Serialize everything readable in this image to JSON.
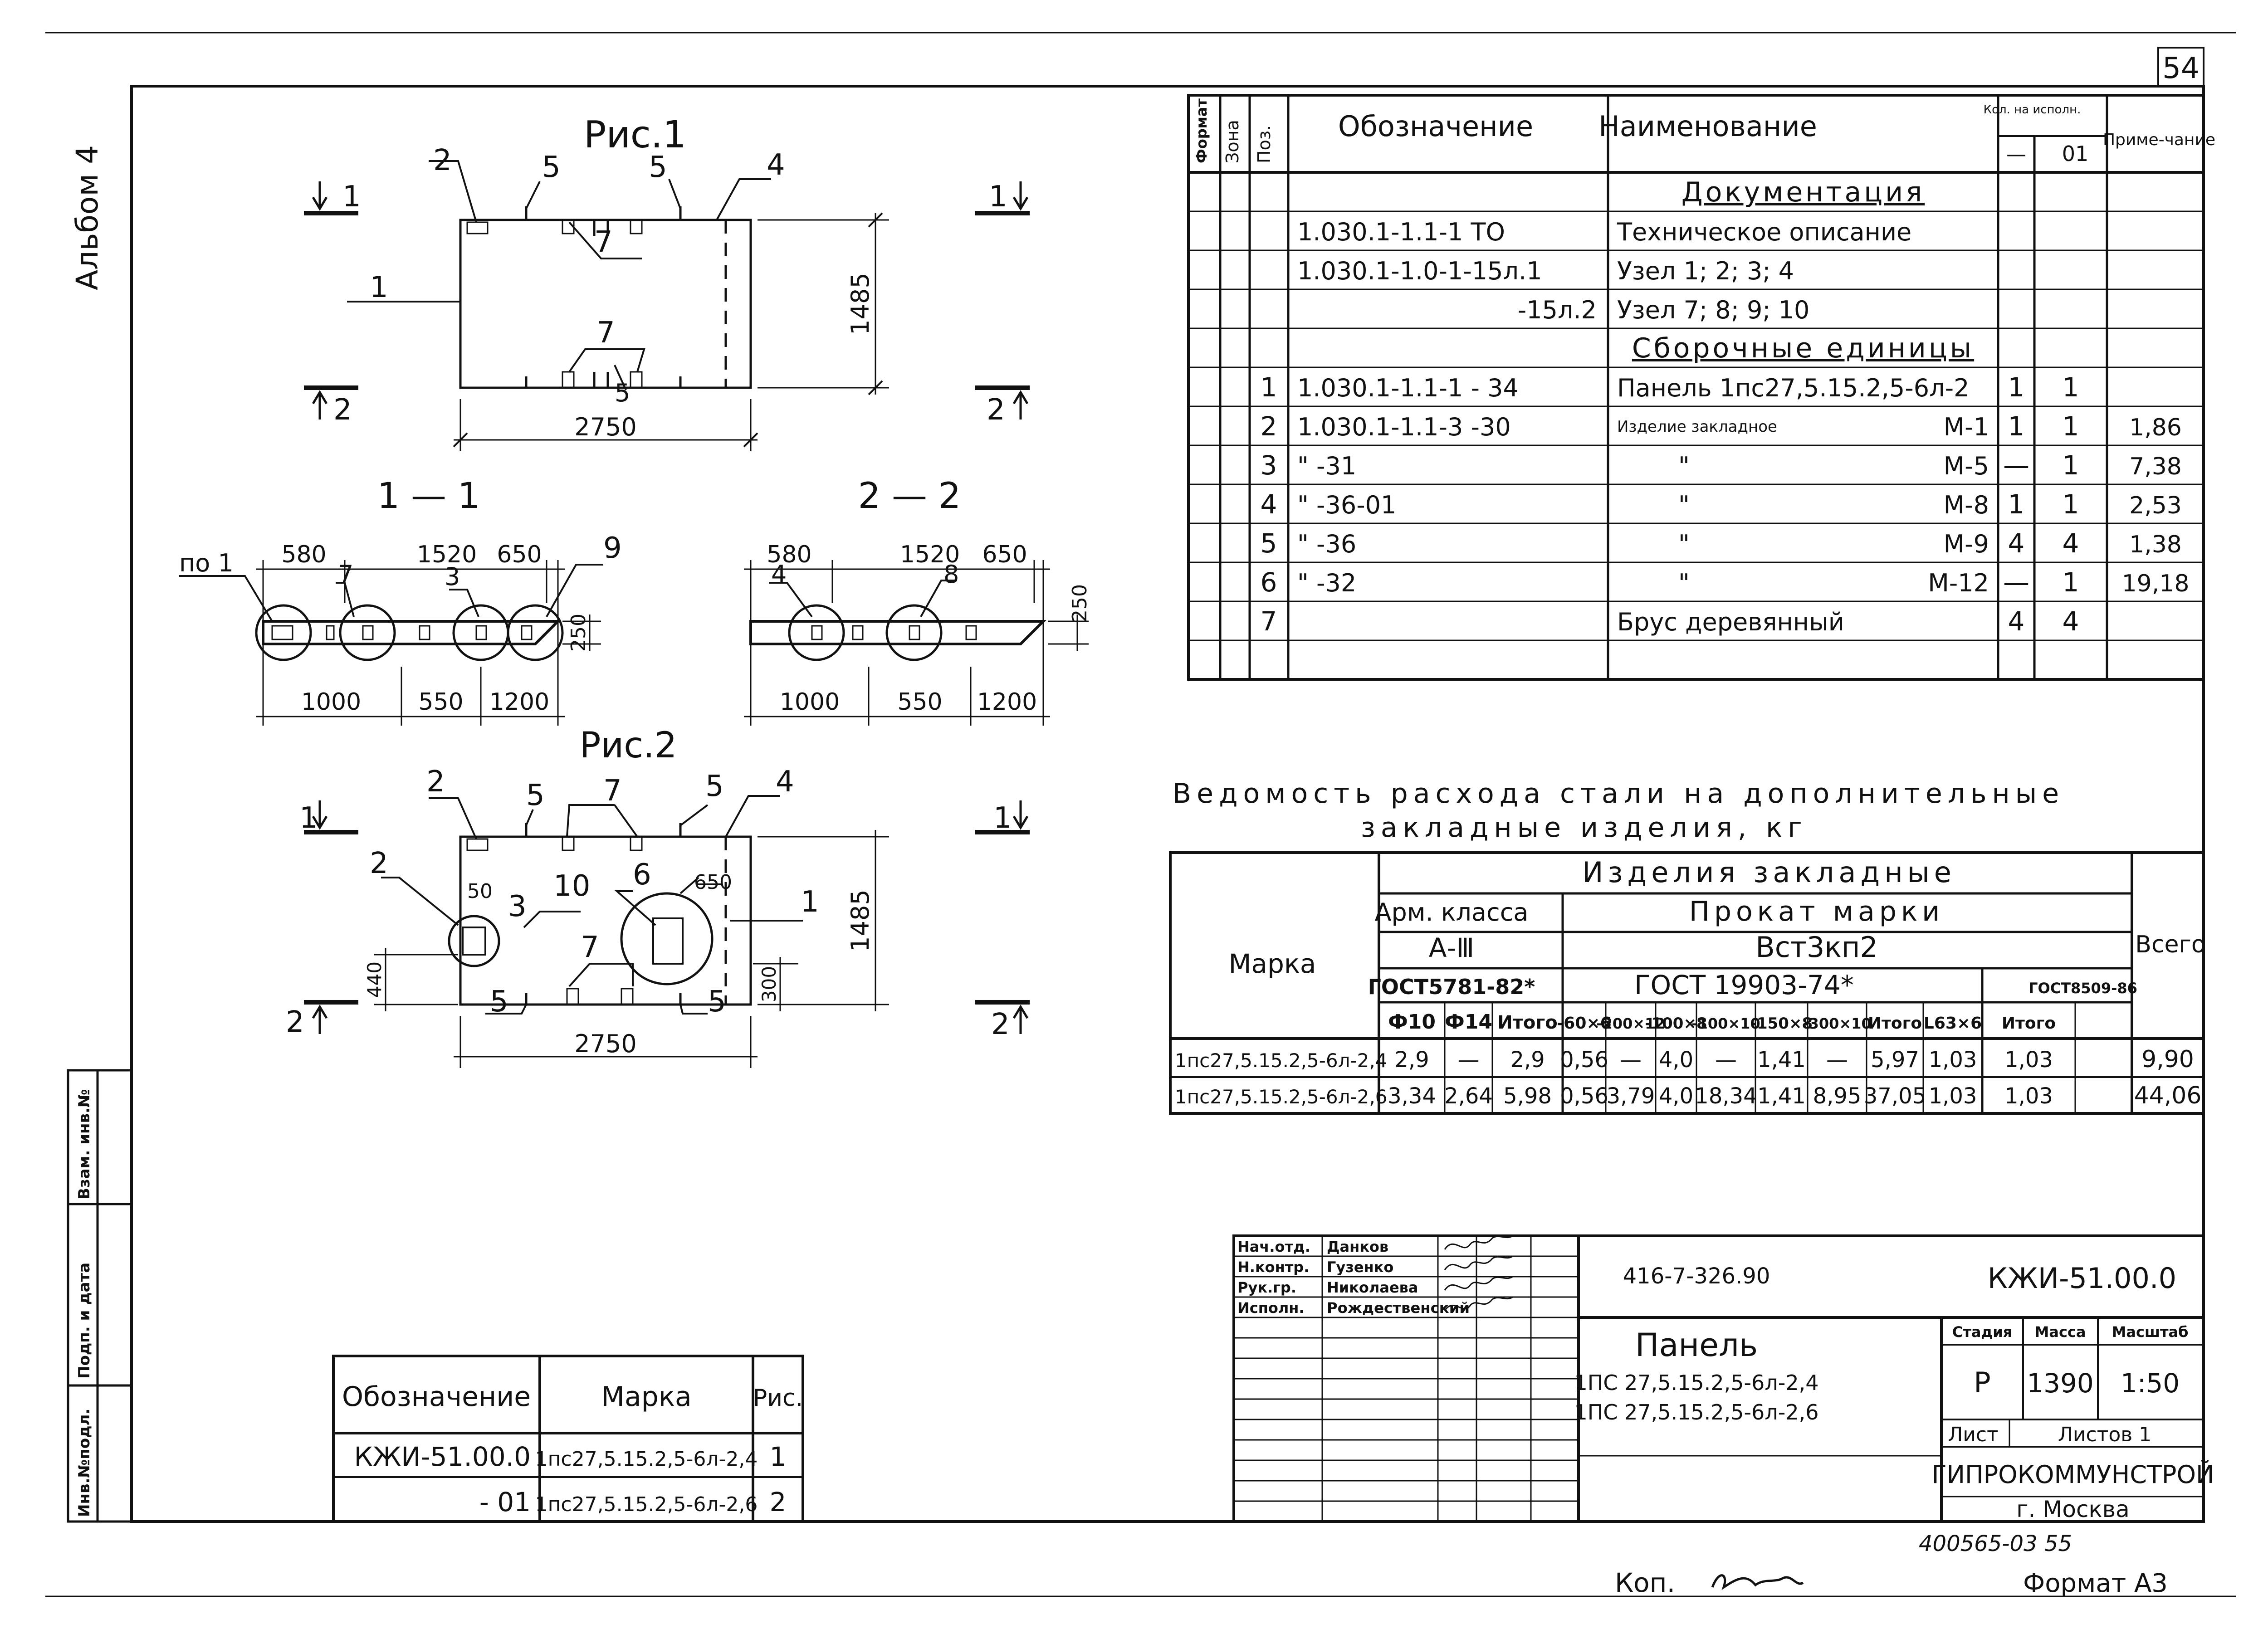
{
  "sheet": {
    "page_number": "54",
    "album": "Альбом 4",
    "format": "Формат А3",
    "copied": "Коп.",
    "stamp": "400565-03  55"
  },
  "side_stamp": {
    "labels": [
      "Инв.№подл.",
      "Подп. и дата",
      "Взам. инв.№"
    ]
  },
  "drawing": {
    "fig1_title": "Рис.1",
    "fig2_title": "Рис.2",
    "section_1": "1 — 1",
    "section_2": "2 — 2",
    "section_marks": {
      "one": "1",
      "two": "2"
    },
    "fig1": {
      "width_dim": "2750",
      "height_dim": "1485",
      "callouts": [
        "2",
        "5",
        "5",
        "4",
        "1",
        "7",
        "7",
        "5"
      ]
    },
    "fig2": {
      "width_dim": "2750",
      "height_dim": "1485",
      "callouts": [
        "2",
        "5",
        "7",
        "5",
        "4",
        "2",
        "50",
        "3",
        "10",
        "6",
        "650",
        "1",
        "7",
        "440",
        "300",
        "5",
        "5"
      ]
    },
    "sec1": {
      "top_dims": [
        "580",
        "1520",
        "650"
      ],
      "bottom_dims": [
        "1000",
        "550",
        "1200"
      ],
      "labels": [
        "по 1",
        "7",
        "3",
        "9"
      ],
      "thickness": "250"
    },
    "sec2": {
      "top_dims": [
        "580",
        "1520",
        "650"
      ],
      "bottom_dims": [
        "1000",
        "550",
        "1200"
      ],
      "labels": [
        "4",
        "8"
      ],
      "thickness": "250"
    }
  },
  "spec": {
    "headers": {
      "format": "Формат",
      "zone": "Зона",
      "pos": "Поз.",
      "designation": "Обозначение",
      "name": "Наименование",
      "qty": "Кол. на исполн.",
      "qty_dash": "—",
      "qty_01": "01",
      "note": "Приме-чание"
    },
    "rows": [
      {
        "pos": "",
        "designation": "",
        "name": "Документация",
        "q1": "",
        "q2": "",
        "note": "",
        "section": true
      },
      {
        "pos": "",
        "designation": "1.030.1-1.1-1  ТО",
        "name": "Техническое описание",
        "q1": "",
        "q2": "",
        "note": ""
      },
      {
        "pos": "",
        "designation": "1.030.1-1.0-1-15л.1",
        "name": "Узел 1; 2; 3; 4",
        "q1": "",
        "q2": "",
        "note": ""
      },
      {
        "pos": "",
        "designation": "-15л.2",
        "name": "Узел 7; 8; 9; 10",
        "q1": "",
        "q2": "",
        "note": "",
        "right": true
      },
      {
        "pos": "",
        "designation": "",
        "name": "Сборочные единицы",
        "q1": "",
        "q2": "",
        "note": "",
        "section": true
      },
      {
        "pos": "1",
        "designation": "1.030.1-1.1-1  - 34",
        "name": "Панель 1пс27,5.15.2,5-6л-2",
        "q1": "1",
        "q2": "1",
        "note": ""
      },
      {
        "pos": "2",
        "designation": "1.030.1-1.1-3  -30",
        "name": "Изделие закладное",
        "mark": "М-1",
        "q1": "1",
        "q2": "1",
        "note": "1,86"
      },
      {
        "pos": "3",
        "designation": "\"          -31",
        "name": "\"",
        "mark": "М-5",
        "q1": "—",
        "q2": "1",
        "note": "7,38"
      },
      {
        "pos": "4",
        "designation": "\"        -36-01",
        "name": "\"",
        "mark": "М-8",
        "q1": "1",
        "q2": "1",
        "note": "2,53"
      },
      {
        "pos": "5",
        "designation": "\"          -36",
        "name": "\"",
        "mark": "М-9",
        "q1": "4",
        "q2": "4",
        "note": "1,38"
      },
      {
        "pos": "6",
        "designation": "\"          -32",
        "name": "\"",
        "mark": "М-12",
        "q1": "—",
        "q2": "1",
        "note": "19,18"
      },
      {
        "pos": "7",
        "designation": "",
        "name": "Брус деревянный",
        "q1": "4",
        "q2": "4",
        "note": ""
      },
      {
        "pos": "",
        "designation": "",
        "name": "",
        "q1": "",
        "q2": "",
        "note": ""
      }
    ]
  },
  "steel": {
    "title_line1": "Ведомость расхода стали на дополнительные",
    "title_line2": "закладные изделия, кг",
    "h_mark": "Марка",
    "h_items": "Изделия закладные",
    "h_arm_class": "Арм. класса",
    "h_rolled": "Прокат марки",
    "h_a3": "А-Ⅲ",
    "h_vst": "Вст3кп2",
    "h_gost1": "ГОСТ5781-82*",
    "h_gost2": "ГОСТ 19903-74*",
    "h_gost3": "ГОСТ8509-86",
    "h_total": "Всего",
    "cols": [
      "Ф10",
      "Ф14",
      "Итого",
      "-60×6",
      "-200×12",
      "-100×8",
      "-100×10",
      "-150×8",
      "-300×10",
      "Итого",
      "L63×6",
      "Итого"
    ],
    "rows": [
      {
        "mark": "1пс27,5.15.2,5-6л-2,4",
        "vals": [
          "2,9",
          "—",
          "2,9",
          "0,56",
          "—",
          "4,0",
          "—",
          "1,41",
          "—",
          "5,97",
          "1,03",
          "1,03"
        ],
        "total": "9,90"
      },
      {
        "mark": "1пс27,5.15.2,5-6л-2,6",
        "vals": [
          "3,34",
          "2,64",
          "5,98",
          "0,56",
          "3,79",
          "4,0",
          "18,34",
          "1,41",
          "8,95",
          "37,05",
          "1,03",
          "1,03"
        ],
        "total": "44,06"
      }
    ]
  },
  "marks_table": {
    "h_designation": "Обозначение",
    "h_mark": "Марка",
    "h_fig": "Рис.",
    "rows": [
      {
        "designation": "КЖИ-51.00.0",
        "mark": "1пс27,5.15.2,5-6л-2,4",
        "fig": "1"
      },
      {
        "designation": "- 01",
        "mark": "1пс27,5.15.2,5-6л-2,6",
        "fig": "2"
      }
    ]
  },
  "title_block": {
    "staff": [
      {
        "role": "Нач.отд.",
        "name": "Данков"
      },
      {
        "role": "Н.контр.",
        "name": "Гузенко"
      },
      {
        "role": "Рук.гр.",
        "name": "Николаева"
      },
      {
        "role": "Исполн.",
        "name": "Рождественский"
      }
    ],
    "project_no": "416-7-326.90",
    "doc_code": "КЖИ-51.00.0",
    "name_title": "Панель",
    "name_line1": "1ПС 27,5.15.2,5-6л-2,4",
    "name_line2": "1ПС 27,5.15.2,5-6л-2,6",
    "stage_h": "Стадия",
    "mass_h": "Масса",
    "scale_h": "Масштаб",
    "stage": "Р",
    "mass": "1390",
    "scale": "1:50",
    "sheet_h": "Лист",
    "sheets_h": "Листов 1",
    "org": "ГИПРОКОММУНСТРОЙ",
    "city": "г. Москва"
  }
}
